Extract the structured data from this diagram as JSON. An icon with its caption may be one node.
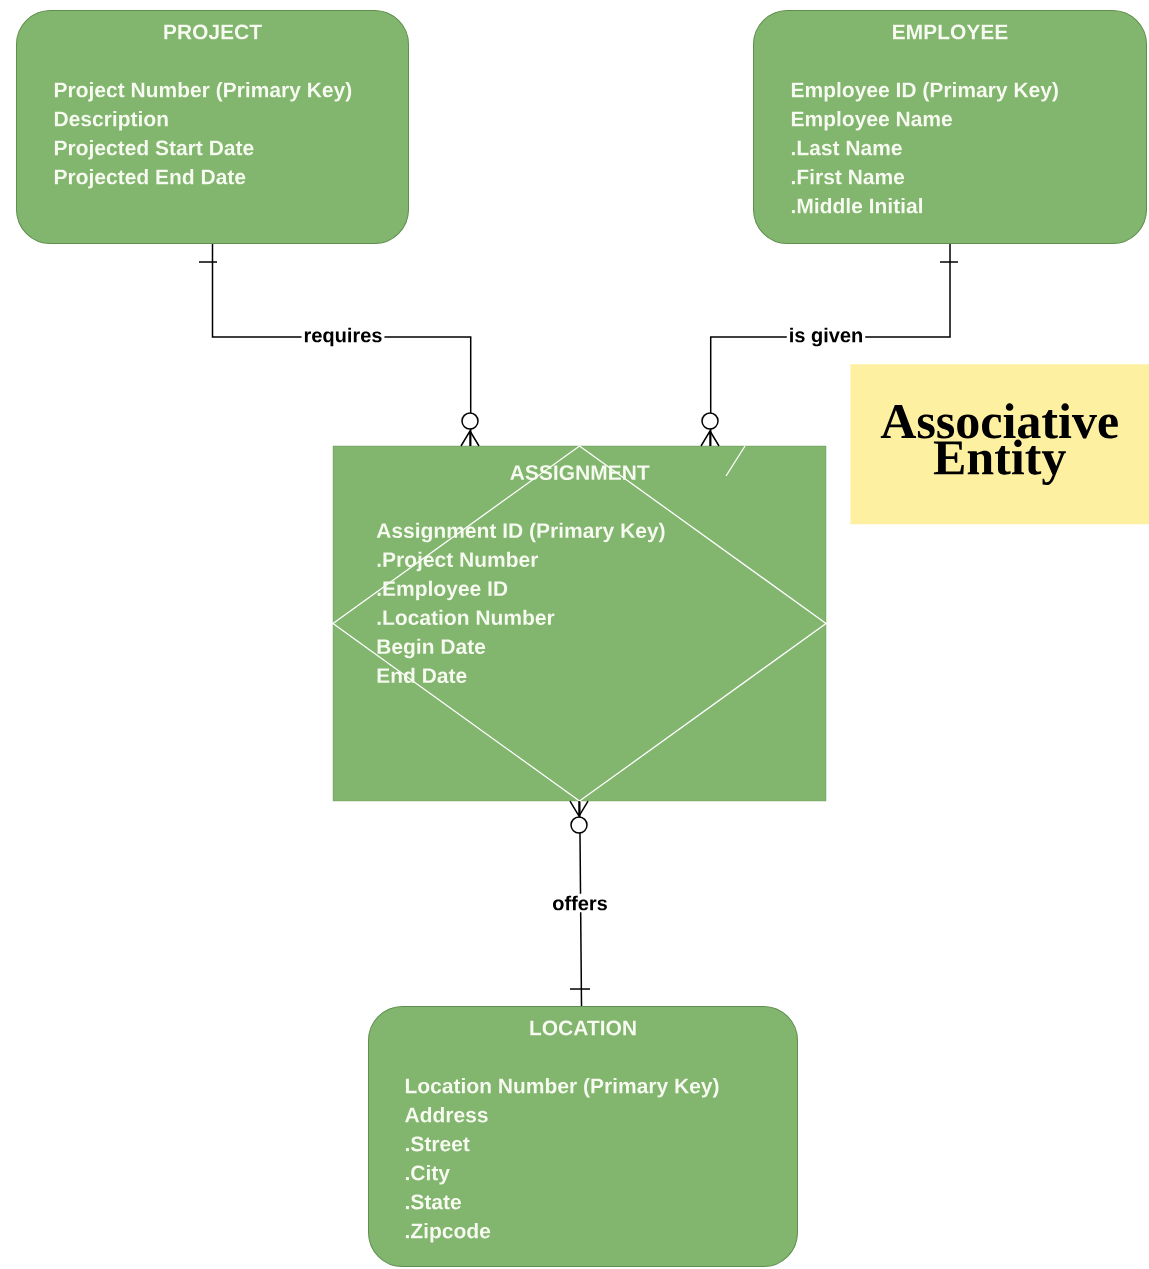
{
  "diagram": {
    "nodes": [
      {
        "text": [
          "PROJECT",
          "Project Number (Primary Key)",
          "Description",
          "Projected Start Date",
          "Projected End Date"
        ]
      },
      {
        "text": [
          "EMPLOYEE",
          "Employee ID (Primary Key)",
          "Employee Name",
          ".Last Name",
          ".First Name",
          ".Middle Initial"
        ]
      },
      {
        "text": [
          "ASSIGNMENT",
          "Assignment ID (Primary Key)",
          ".Project Number",
          ".Employee ID",
          ".Location Number",
          "Begin Date",
          "End Date"
        ]
      },
      {
        "text": [
          "LOCATION",
          "Location Number (Primary Key)",
          "Address",
          ".Street",
          ".City",
          ".State",
          ".Zipcode"
        ]
      },
      {
        "text": [
          "Associative Entity"
        ]
      }
    ],
    "edges": [
      {
        "from": 0,
        "to": 2,
        "arrow": "other",
        "label": "requires"
      },
      {
        "from": 1,
        "to": 2,
        "arrow": "other",
        "label": "is given"
      },
      {
        "from": 2,
        "to": 3,
        "arrow": "other",
        "label": "offers"
      }
    ]
  }
}
